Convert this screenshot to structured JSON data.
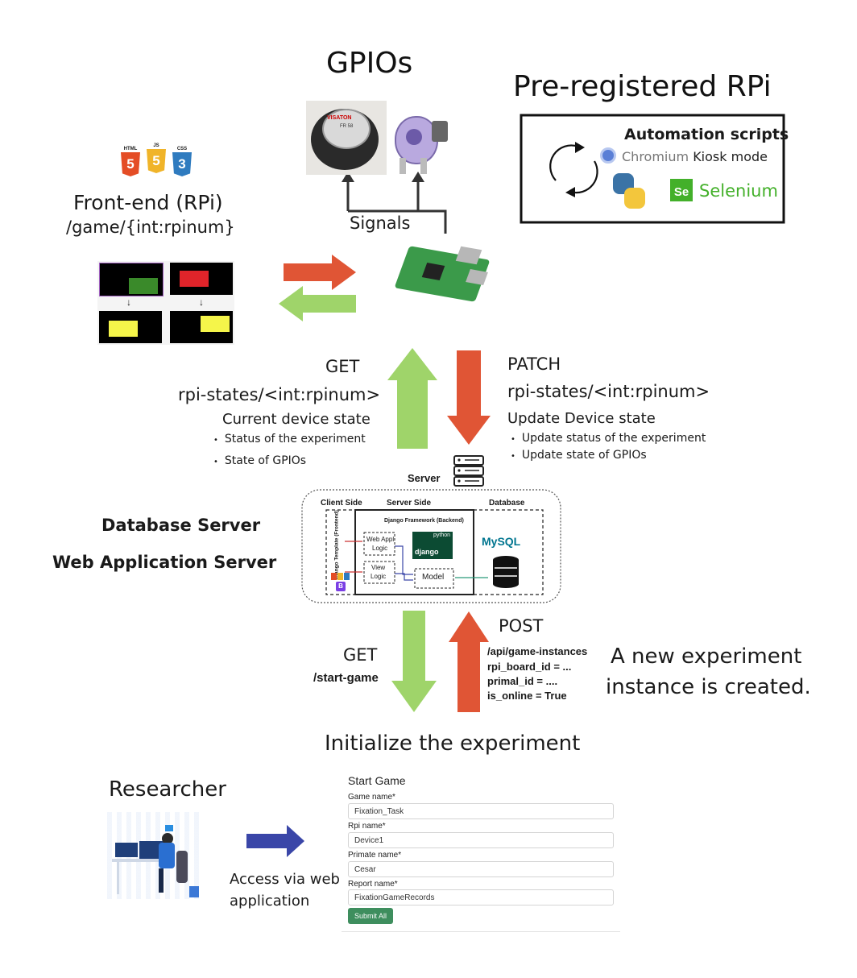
{
  "gpios": {
    "title": "GPIOs",
    "speaker_brand": "VISATON",
    "speaker_model": "FR 58",
    "signals_label": "Signals"
  },
  "rpi": {
    "title": "Pre-registered RPi",
    "scripts_title": "Automation scripts",
    "chromium_label": "Chromium",
    "kiosk_label": "Kiosk mode",
    "selenium_label": "Selenium",
    "selenium_badge": "Se"
  },
  "frontend": {
    "title": "Front-end (RPi)",
    "route": "/game/{int:rpinum}",
    "logos": [
      "HTML",
      "JS",
      "CSS"
    ],
    "logo_digits": [
      "5",
      "5",
      "3"
    ]
  },
  "get_state": {
    "method": "GET",
    "route": "rpi-states/<int:rpinum>",
    "subtitle": "Current device state",
    "bullets": [
      "Status of the experiment",
      "State of GPIOs"
    ]
  },
  "patch_state": {
    "method": "PATCH",
    "route": "rpi-states/<int:rpinum>",
    "subtitle": "Update Device state",
    "bullets": [
      "Update status of the experiment",
      "Update state of GPIOs"
    ]
  },
  "server": {
    "title": "Server",
    "client_side": "Client Side",
    "server_side": "Server Side",
    "database": "Database",
    "django_template": "Django Template (Frontend)",
    "framework": "Django Framework (Backend)",
    "web_appl": "Web Appl",
    "logic1": "Logic",
    "view": "View",
    "logic2": "Logic",
    "model": "Model",
    "python": "python",
    "django": "django",
    "mysql": "MySQL",
    "bootstrap": "B"
  },
  "left_labels": {
    "database_server": "Database Server",
    "web_app_server": "Web Application Server"
  },
  "get_start": {
    "method": "GET",
    "route": "/start-game"
  },
  "post_game": {
    "method": "POST",
    "lines": [
      "/api/game-instances",
      "rpi_board_id = ...",
      "primal_id = ....",
      "is_online = True"
    ]
  },
  "new_instance": {
    "line1": "A new experiment",
    "line2": "instance is created."
  },
  "initialize": "Initialize the experiment",
  "researcher": {
    "title": "Researcher",
    "access_line1": "Access via web",
    "access_line2": "application"
  },
  "form": {
    "title": "Start Game",
    "fields": [
      {
        "label": "Game name*",
        "value": "Fixation_Task"
      },
      {
        "label": "Rpi name*",
        "value": "Device1"
      },
      {
        "label": "Primate name*",
        "value": "Cesar"
      },
      {
        "label": "Report name*",
        "value": "FixationGameRecords"
      }
    ],
    "submit": "Submit All"
  },
  "colors": {
    "red_arrow": "#e05535",
    "green_arrow": "#9fd46a",
    "blue_arrow": "#3a46a8",
    "submit_green": "#3e8e5e"
  }
}
